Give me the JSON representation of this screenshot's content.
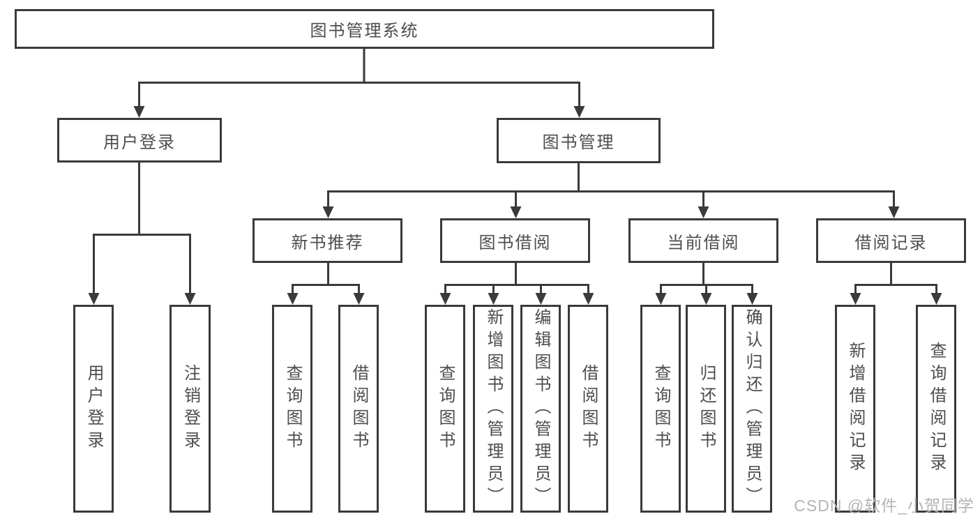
{
  "diagram": {
    "type": "tree",
    "root": {
      "label": "图书管理系统",
      "children": [
        {
          "label": "用户登录",
          "children": [
            {
              "label": "用户登录"
            },
            {
              "label": "注销登录"
            }
          ]
        },
        {
          "label": "图书管理",
          "children": [
            {
              "label": "新书推荐",
              "children": [
                {
                  "label": "查询图书"
                },
                {
                  "label": "借阅图书"
                }
              ]
            },
            {
              "label": "图书借阅",
              "children": [
                {
                  "label": "查询图书"
                },
                {
                  "label": "新增图书（管理员）"
                },
                {
                  "label": "编辑图书（管理员）"
                },
                {
                  "label": "借阅图书"
                }
              ]
            },
            {
              "label": "当前借阅",
              "children": [
                {
                  "label": "查询图书"
                },
                {
                  "label": "归还图书"
                },
                {
                  "label": "确认归还（管理员）"
                }
              ]
            },
            {
              "label": "借阅记录",
              "children": [
                {
                  "label": "新增借阅记录"
                },
                {
                  "label": "查询借阅记录"
                }
              ]
            }
          ]
        }
      ]
    },
    "colors": {
      "line": "#3a3a3a",
      "text": "#4d4d4d",
      "background": "#ffffff",
      "watermark": "#b4b4b4"
    }
  },
  "watermark": "CSDN @软件_小贺同学"
}
